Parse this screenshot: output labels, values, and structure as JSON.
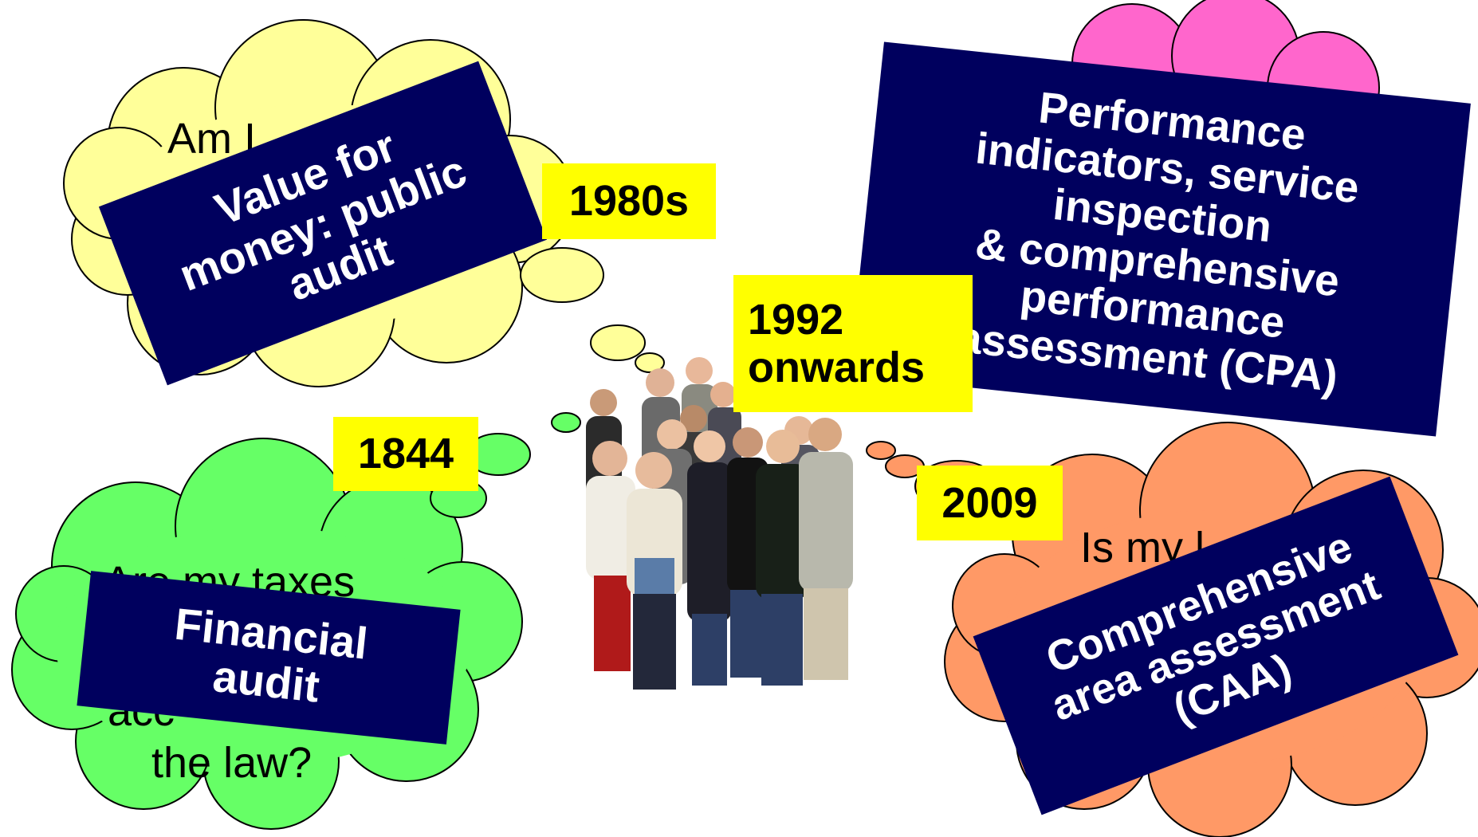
{
  "clouds": {
    "yellow": {
      "text": "Am I",
      "color": "#ffff99"
    },
    "pink": {
      "color": "#ff66cc"
    },
    "green": {
      "text_top": "Are my taxes",
      "text_mid": "acc",
      "text_bottom": "the law?",
      "color": "#66ff66"
    },
    "orange": {
      "text": "Is my l",
      "color": "#ff9966"
    }
  },
  "boxes": {
    "value_for_money": "Value for\nmoney: public\naudit",
    "performance": "Performance\nindicators, service\ninspection\n& comprehensive\nperformance\nassessment (CPA)",
    "financial": "Financial\naudit",
    "caa": "Comprehensive\narea assessment\n(CAA)"
  },
  "years": {
    "y1844": "1844",
    "y1980s": "1980s",
    "y1992": "1992\nonwards",
    "y2009": "2009"
  },
  "colors": {
    "navy": "#00005e",
    "year_bg": "#ffff00"
  },
  "photo": {
    "subject": "group-of-people-photo"
  }
}
